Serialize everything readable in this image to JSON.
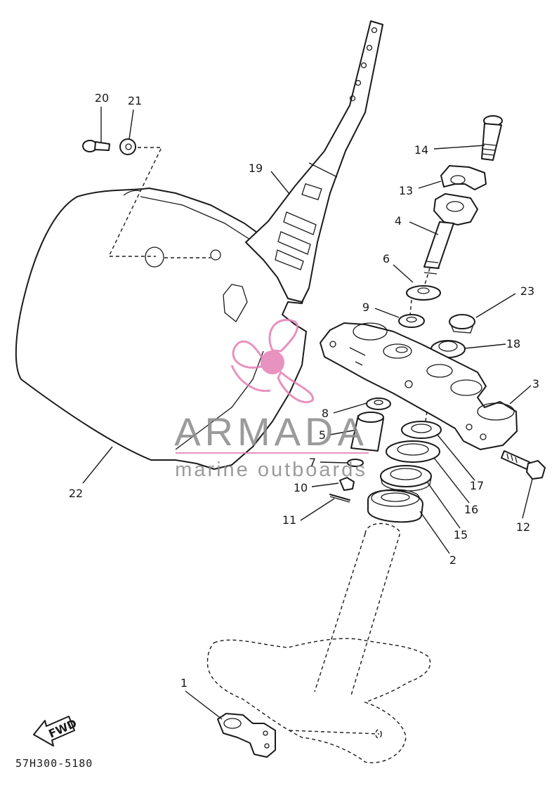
{
  "diagram": {
    "part_code": "57H300-5180",
    "fwd_label": "FWD",
    "callouts": [
      {
        "id": "1",
        "label": "1"
      },
      {
        "id": "2",
        "label": "2"
      },
      {
        "id": "3",
        "label": "3"
      },
      {
        "id": "4",
        "label": "4"
      },
      {
        "id": "5",
        "label": "5"
      },
      {
        "id": "6",
        "label": "6"
      },
      {
        "id": "7",
        "label": "7"
      },
      {
        "id": "8",
        "label": "8"
      },
      {
        "id": "9",
        "label": "9"
      },
      {
        "id": "10",
        "label": "10"
      },
      {
        "id": "11",
        "label": "11"
      },
      {
        "id": "12",
        "label": "12"
      },
      {
        "id": "13",
        "label": "13"
      },
      {
        "id": "14",
        "label": "14"
      },
      {
        "id": "15",
        "label": "15"
      },
      {
        "id": "16",
        "label": "16"
      },
      {
        "id": "17",
        "label": "17"
      },
      {
        "id": "18",
        "label": "18"
      },
      {
        "id": "19",
        "label": "19"
      },
      {
        "id": "20",
        "label": "20"
      },
      {
        "id": "21",
        "label": "21"
      },
      {
        "id": "22",
        "label": "22"
      },
      {
        "id": "23",
        "label": "23"
      }
    ]
  },
  "watermark": {
    "brand": "ARMADA",
    "tagline": "marine outboards",
    "accent_color": "#e37fb4",
    "text_color": "#8a8a8a"
  }
}
